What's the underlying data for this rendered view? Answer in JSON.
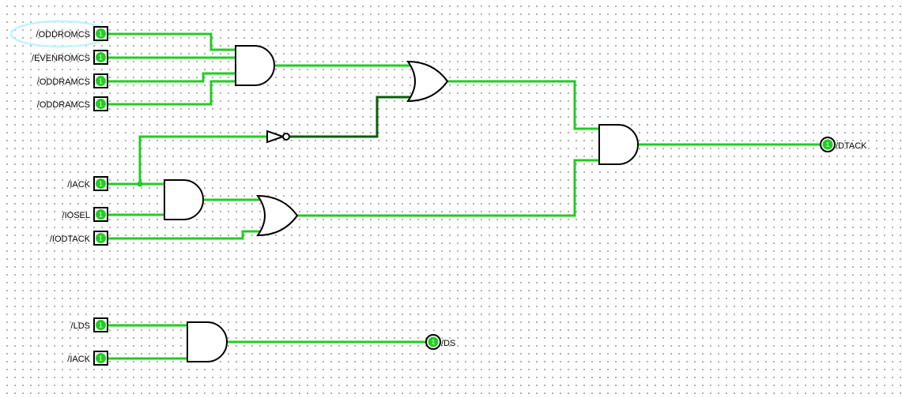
{
  "inputs": [
    {
      "label": "/ODDROMCS",
      "value": "1"
    },
    {
      "label": "/EVENROMCS",
      "value": "1"
    },
    {
      "label": "/ODDRAMCS",
      "value": "1"
    },
    {
      "label": "/ODDRAMCS",
      "value": "1"
    },
    {
      "label": "/IACK",
      "value": "1"
    },
    {
      "label": "/IOSEL",
      "value": "1"
    },
    {
      "label": "/IODTACK",
      "value": "1"
    },
    {
      "label": "/LDS",
      "value": "1"
    },
    {
      "label": "/IACK",
      "value": "1"
    }
  ],
  "outputs": [
    {
      "label": "/DTACK",
      "value": "1"
    },
    {
      "label": "/DS",
      "value": "1"
    }
  ],
  "colors": {
    "wire_high": "#22cc22",
    "wire_dark": "#0b5d0b",
    "selection_ring": "#bff3fb"
  }
}
